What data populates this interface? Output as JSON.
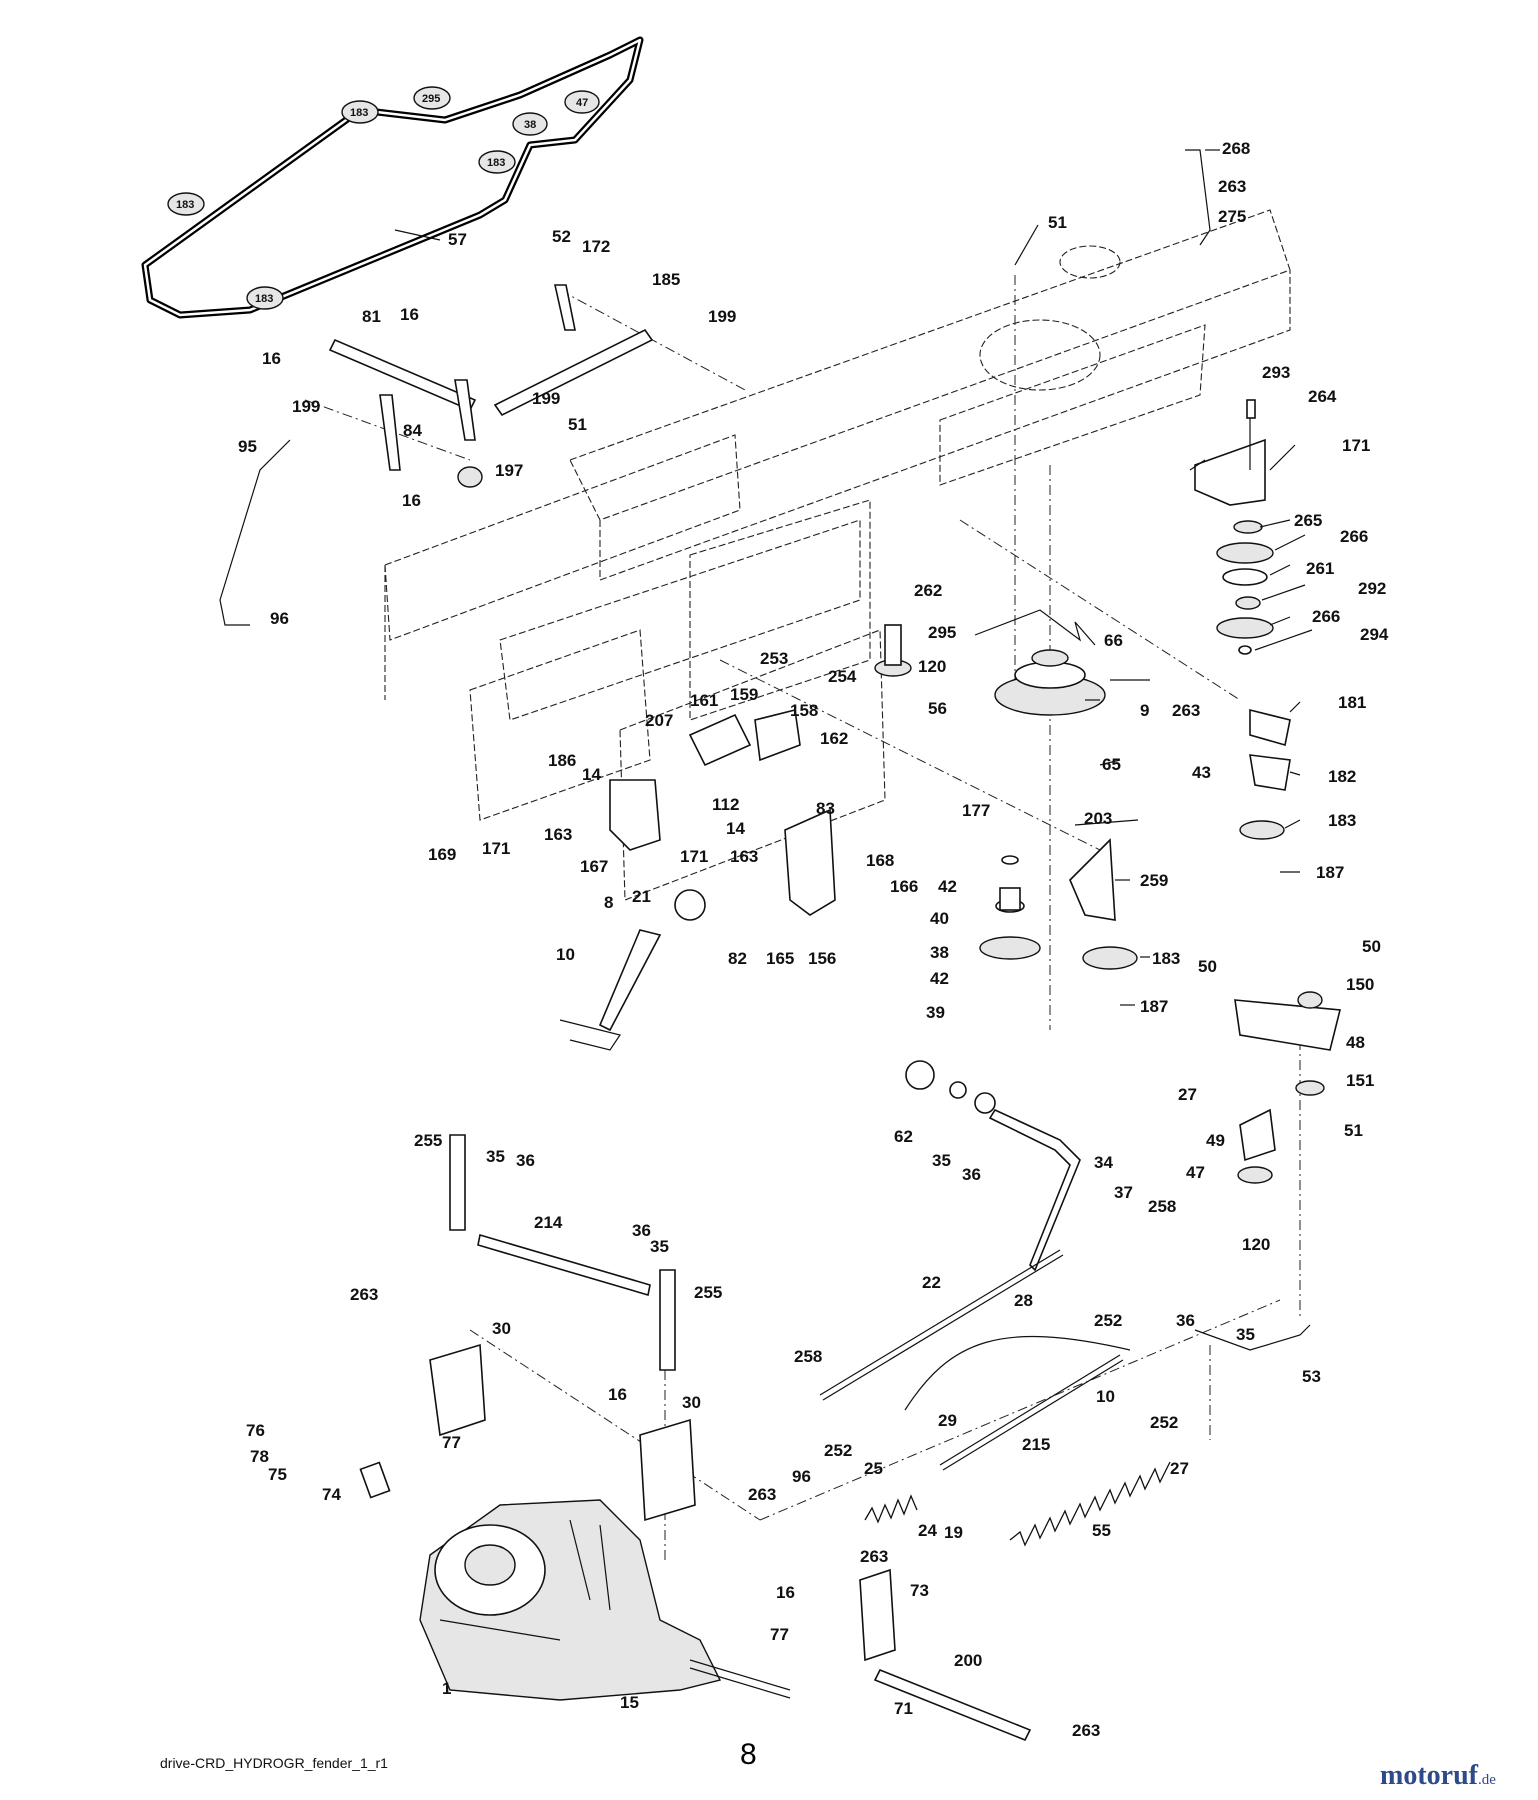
{
  "diagram": {
    "footer_code": "drive-CRD_HYDROGR_fender_1_r1",
    "page_number": "8",
    "brand": {
      "name": "motoruf",
      "tld": ".de",
      "accent": "#d4322c",
      "color": "#2d4a8a"
    },
    "belt_badges": [
      "183",
      "295",
      "47",
      "38",
      "183",
      "183",
      "183"
    ],
    "callouts": [
      "57",
      "268",
      "263",
      "275",
      "51",
      "52",
      "172",
      "185",
      "199",
      "16",
      "81",
      "16",
      "199",
      "199",
      "84",
      "197",
      "51",
      "95",
      "96",
      "16",
      "293",
      "264",
      "171",
      "265",
      "266",
      "261",
      "292",
      "266",
      "294",
      "262",
      "295",
      "120",
      "66",
      "56",
      "9",
      "65",
      "263",
      "181",
      "43",
      "182",
      "183",
      "187",
      "253",
      "254",
      "207",
      "161",
      "159",
      "158",
      "162",
      "186",
      "14",
      "112",
      "14",
      "163",
      "83",
      "163",
      "167",
      "171",
      "169",
      "171",
      "203",
      "177",
      "42",
      "40",
      "38",
      "42",
      "39",
      "259",
      "183",
      "187",
      "21",
      "82",
      "165",
      "156",
      "168",
      "166",
      "8",
      "10",
      "50",
      "50",
      "150",
      "48",
      "27",
      "151",
      "51",
      "49",
      "47",
      "120",
      "62",
      "35",
      "36",
      "34",
      "37",
      "258",
      "255",
      "35",
      "36",
      "214",
      "36",
      "35",
      "255",
      "22",
      "28",
      "36",
      "35",
      "252",
      "53",
      "263",
      "30",
      "258",
      "29",
      "10",
      "252",
      "215",
      "27",
      "16",
      "30",
      "76",
      "78",
      "75",
      "77",
      "74",
      "263",
      "96",
      "252",
      "25",
      "24",
      "19",
      "55",
      "263",
      "73",
      "16",
      "200",
      "1",
      "15",
      "77",
      "71",
      "263"
    ]
  }
}
